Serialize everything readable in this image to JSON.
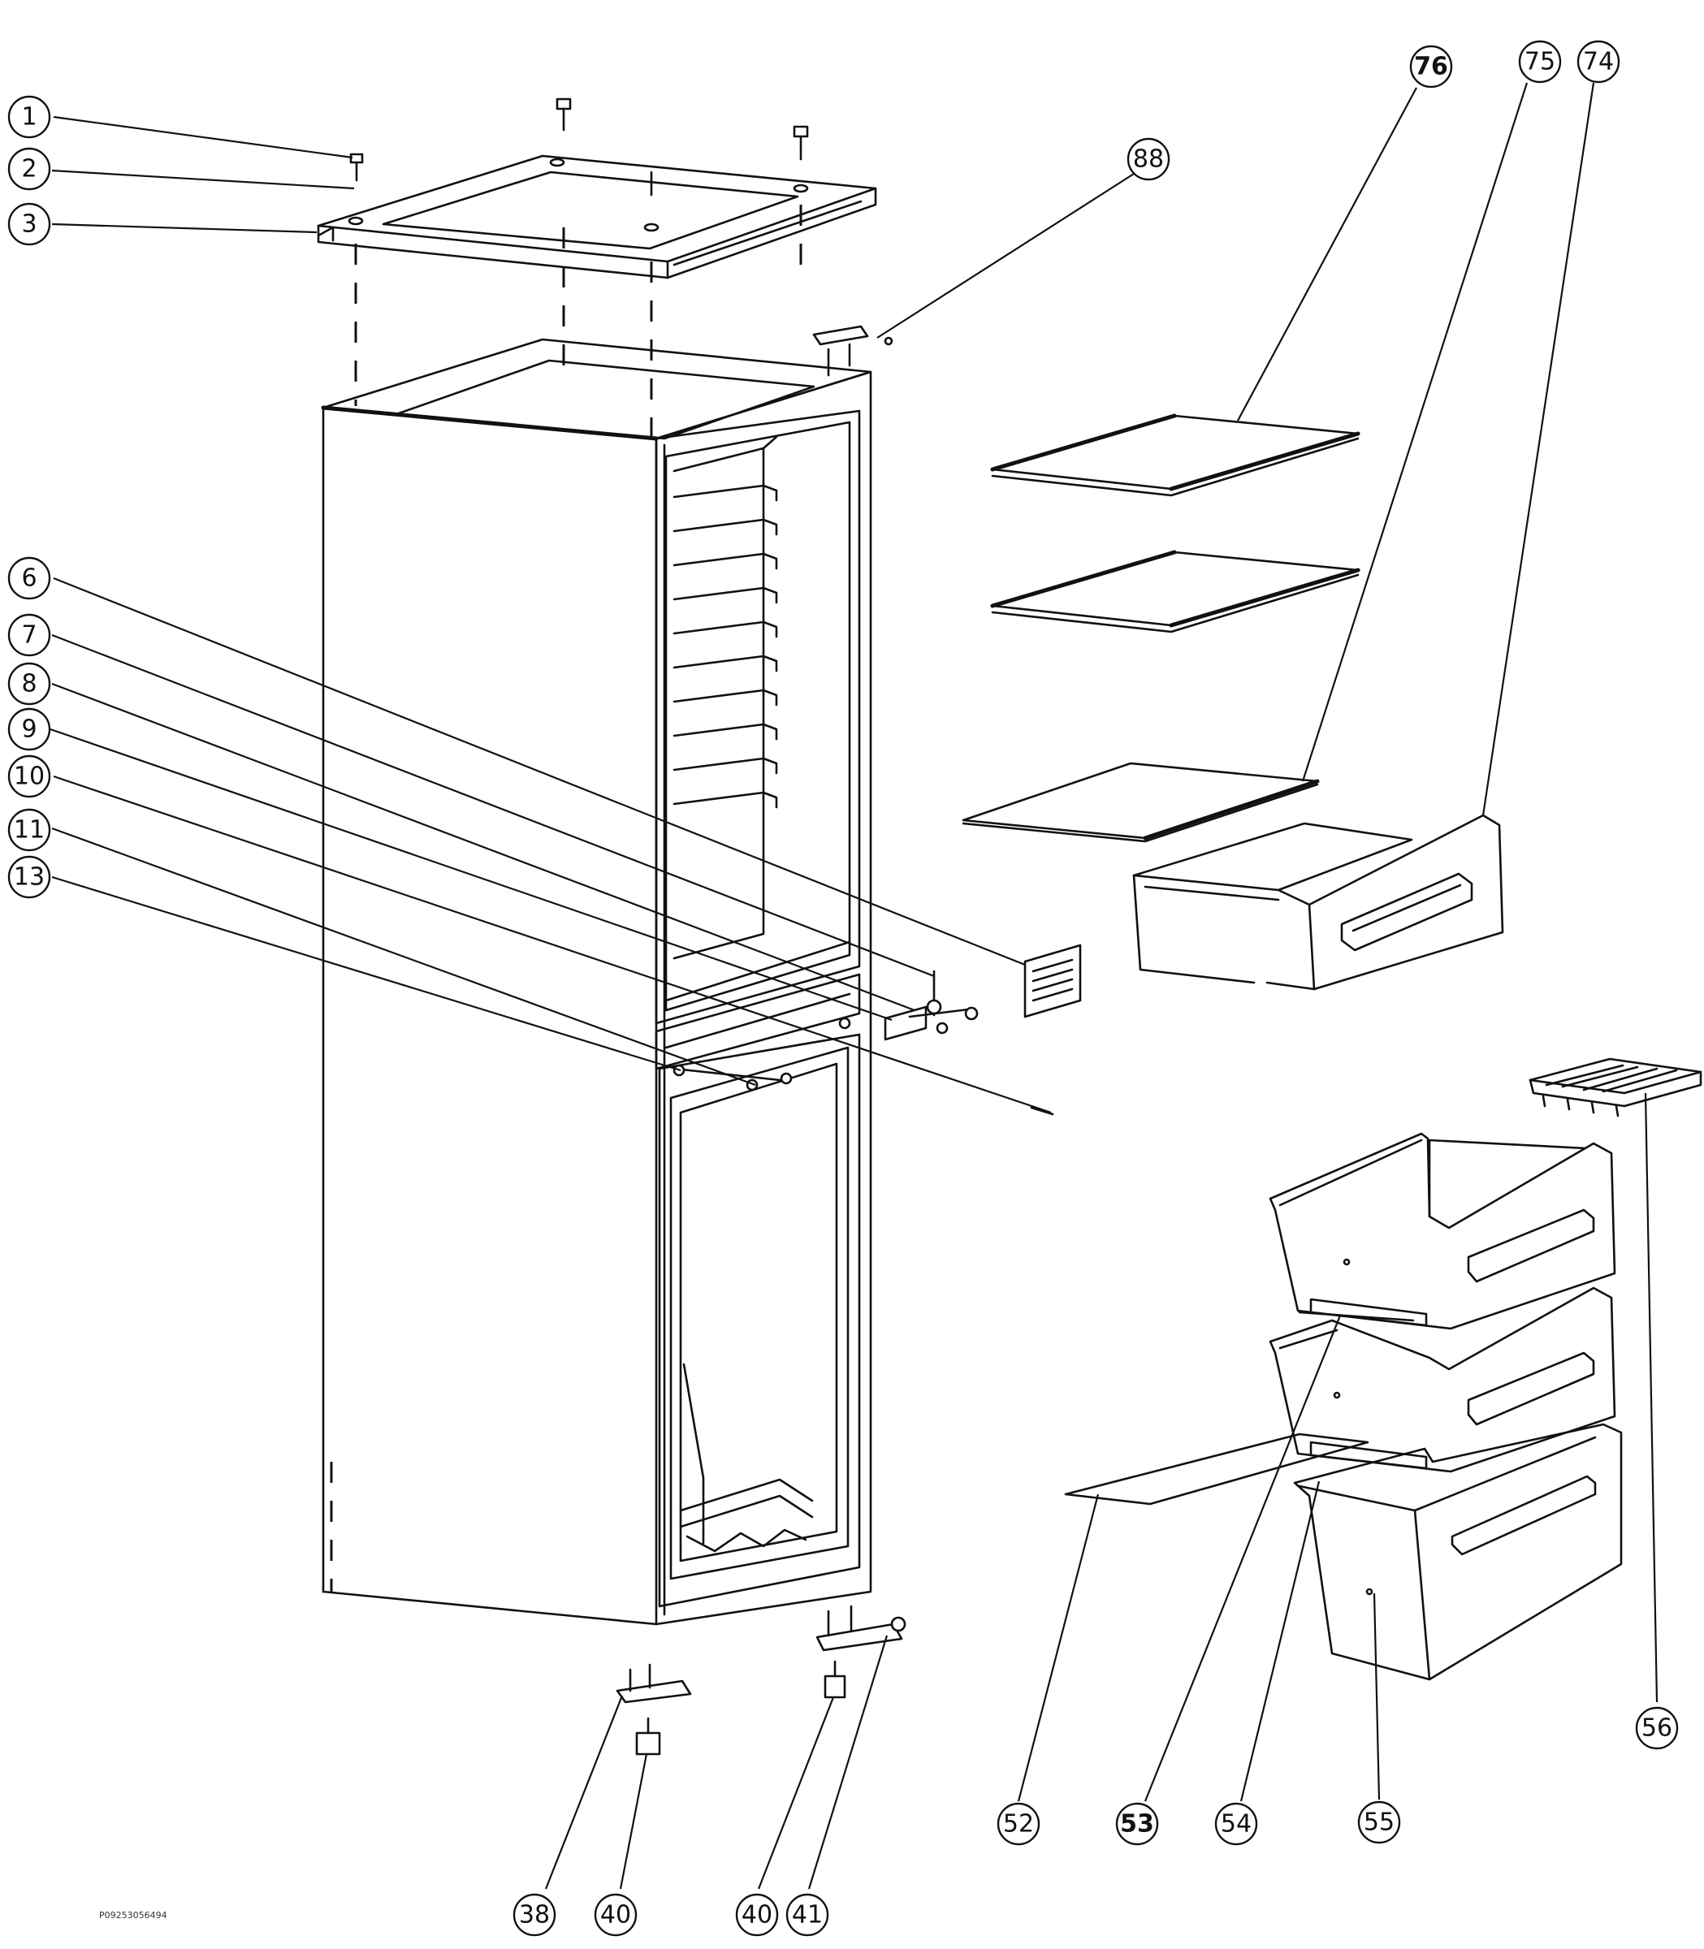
{
  "diagram": {
    "drawing_code": "P09253056494",
    "callouts": [
      {
        "label": "1"
      },
      {
        "label": "2"
      },
      {
        "label": "3"
      },
      {
        "label": "6"
      },
      {
        "label": "7"
      },
      {
        "label": "8"
      },
      {
        "label": "9"
      },
      {
        "label": "10"
      },
      {
        "label": "11"
      },
      {
        "label": "13"
      },
      {
        "label": "76",
        "bold": true
      },
      {
        "label": "75"
      },
      {
        "label": "74"
      },
      {
        "label": "88"
      },
      {
        "label": "56"
      },
      {
        "label": "52"
      },
      {
        "label": "53",
        "bold": true
      },
      {
        "label": "54"
      },
      {
        "label": "55"
      },
      {
        "label": "38"
      },
      {
        "label": "40"
      },
      {
        "label": "40"
      },
      {
        "label": "41"
      }
    ]
  }
}
